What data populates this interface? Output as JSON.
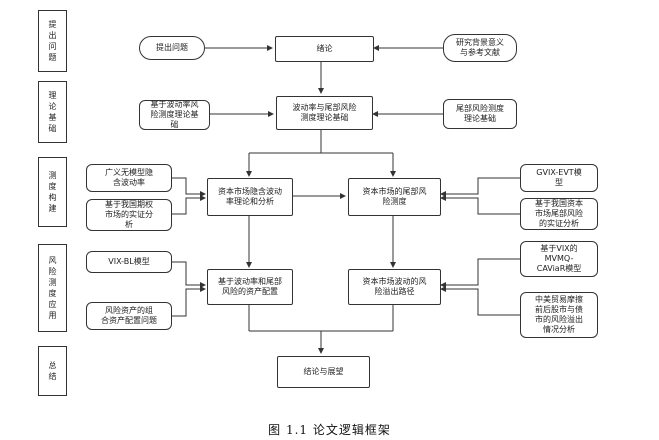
{
  "stages": [
    "提\n出\n问\n题",
    "理\n论\n基\n础",
    "测\n度\n构\n建",
    "风\n险\n测\n度\n应\n用",
    "总\n结"
  ],
  "nodes": {
    "intro": "绪论",
    "propose": "提出问题",
    "background": "研究背景意义\n与参考文献",
    "theory_main": "波动率与尾部风险\n测度理论基础",
    "theory_left": "基于波动率风\n险测度理论基\n础",
    "theory_right": "尾部风险测度\n理论基础",
    "mixed_vol": "资本市场隐含波动\n率理论和分析",
    "tail_risk": "资本市场的尾部风\n险测度",
    "gen_no_model": "广义无模型隐\n含波动率",
    "options_empirical": "基于我国期权\n市场的实证分\n析",
    "gvix_evt": "GVIX-EVT模\n型",
    "cn_tail_empirical": "基于我国资本\n市场尾部风险\n的实证分析",
    "vix_bl": "VIX-BL模型",
    "portfolio_problem": "风险资产的组\n合资产配置问题",
    "allocation": "基于波动率和尾部\n风险的资产配置",
    "spillover": "资本市场波动的风\n险溢出路径",
    "mvmq": "基于VIX的\nMVMQ-\nCAViaR模型",
    "trade_war": "中美贸易摩擦\n前后股市与债\n市的风险溢出\n情况分析",
    "conclusion": "结论与展望"
  },
  "caption": "图  1.1  论文逻辑框架",
  "colors": {
    "line": "#333333",
    "fill": "#ffffff"
  }
}
